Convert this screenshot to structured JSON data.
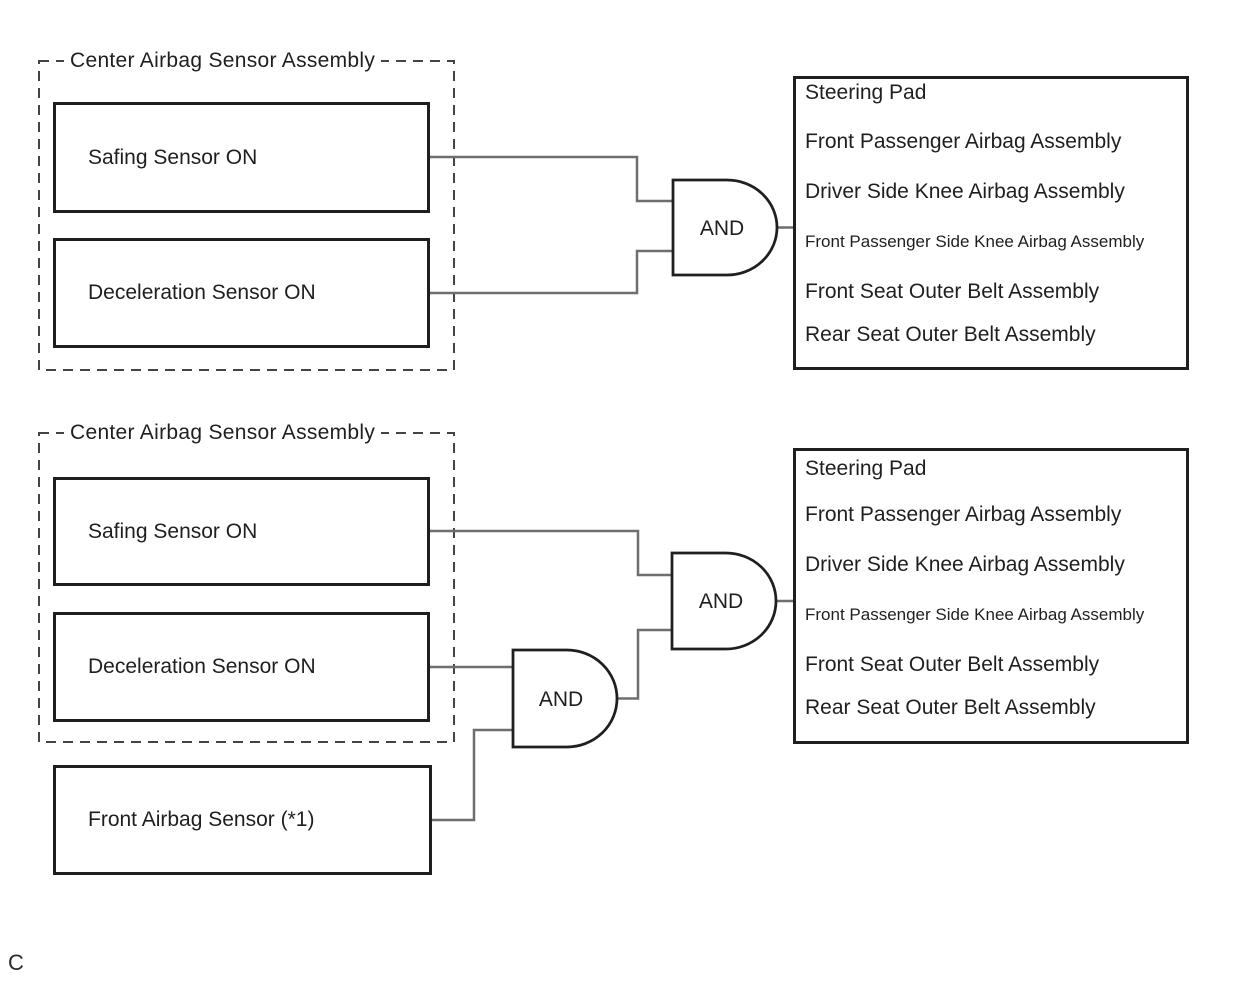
{
  "page": {
    "corner_label": "C"
  },
  "colors": {
    "background": "#ffffff",
    "box_border": "#1f1f1f",
    "dashed_border": "#444444",
    "wire": "#6e6e6e",
    "text": "#1f1f1f"
  },
  "sections": [
    {
      "assembly_label": "Center Airbag Sensor Assembly",
      "inputs": {
        "safing": "Safing Sensor ON",
        "deceleration": "Deceleration Sensor ON"
      },
      "gates": [
        "AND"
      ],
      "outputs": [
        "Steering Pad",
        "Front Passenger Airbag Assembly",
        "Driver Side Knee Airbag Assembly",
        "Front Passenger Side Knee Airbag Assembly",
        "Front Seat Outer Belt Assembly",
        "Rear Seat Outer Belt Assembly"
      ]
    },
    {
      "assembly_label": "Center Airbag Sensor Assembly",
      "inputs": {
        "safing": "Safing Sensor ON",
        "deceleration": "Deceleration Sensor ON",
        "front_airbag": "Front Airbag Sensor (*1)"
      },
      "gates": [
        "AND",
        "AND"
      ],
      "outputs": [
        "Steering Pad",
        "Front Passenger Airbag Assembly",
        "Driver Side Knee Airbag Assembly",
        "Front Passenger Side Knee Airbag Assembly",
        "Front Seat Outer Belt Assembly",
        "Rear Seat Outer Belt Assembly"
      ]
    }
  ]
}
